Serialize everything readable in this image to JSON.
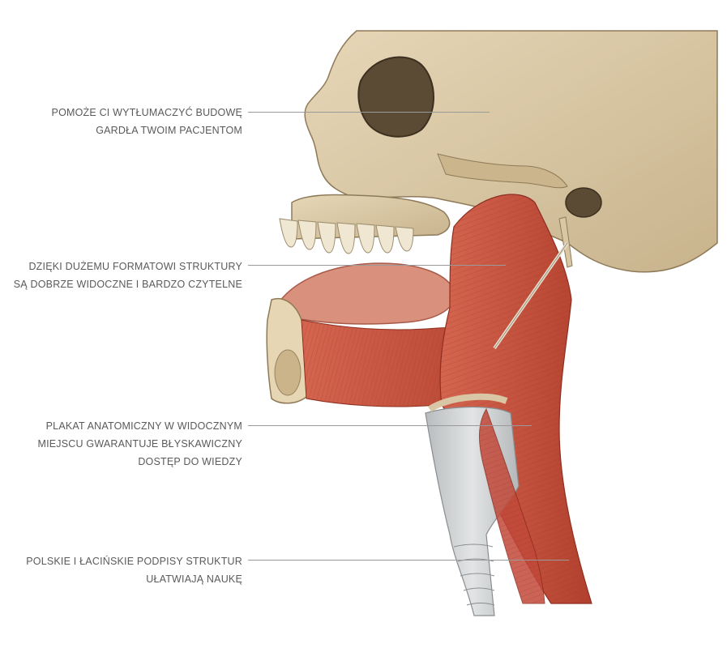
{
  "callouts": [
    {
      "lines": [
        "POMOŻE CI WYTŁUMACZYĆ BUDOWĘ",
        "GARDŁA TWOIM PACJENTOM"
      ]
    },
    {
      "lines": [
        "DZIĘKI DUŻEMU FORMATOWI STRUKTURY",
        "SĄ DOBRZE WIDOCZNE I BARDZO CZYTELNE"
      ]
    },
    {
      "lines": [
        "PLAKAT ANATOMICZNY W WIDOCZNYM",
        "MIEJSCU GWARANTUJE BŁYSKAWICZNY",
        "DOSTĘP DO WIEDZY"
      ]
    },
    {
      "lines": [
        "POLSKIE I ŁACIŃSKIE PODPISY STRUKTUR",
        "UŁATWIAJĄ NAUKĘ"
      ]
    }
  ],
  "colors": {
    "bone": "#d8c6a4",
    "bone_shadow": "#a8906a",
    "muscle": "#c9503c",
    "muscle_dark": "#9a3022",
    "cartilage": "#cfd2d4",
    "tongue": "#d98c78",
    "text": "#5a5a5a",
    "leader": "#9a9a9a"
  }
}
